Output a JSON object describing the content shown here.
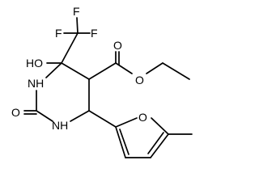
{
  "molecule": {
    "atoms": {
      "ho": "HO",
      "f1": "F",
      "f2": "F",
      "f3": "F",
      "o_carbonyl_ester": "O",
      "o_ester": "O",
      "nh_top": "NH",
      "o_carbonyl_urea": "O",
      "nh_bottom": "NH",
      "o_furan": "O"
    }
  }
}
